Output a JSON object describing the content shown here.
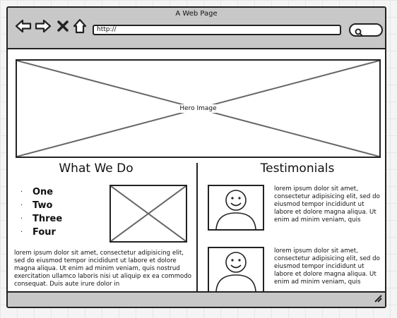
{
  "window": {
    "title": "A Web Page"
  },
  "toolbar": {
    "icons": [
      "back-arrow-icon",
      "forward-arrow-icon",
      "close-x-icon",
      "home-icon"
    ],
    "url": "http://",
    "search_icon": "search-icon"
  },
  "hero": {
    "label": "Hero Image"
  },
  "what_we_do": {
    "title": "What We Do",
    "bullet_glyph": "·",
    "items": [
      "One",
      "Two",
      "Three",
      "Four"
    ],
    "paragraph": "lorem ipsum dolor sit amet, consectetur adipisicing elit, sed do eiusmod tempor incididunt ut labore et dolore magna aliqua. Ut enim ad minim veniam, quis nostrud exercitation ullamco laboris nisi ut aliquip ex ea commodo consequat. Duis aute irure dolor in"
  },
  "testimonials": {
    "title": "Testimonials",
    "items": [
      {
        "text": "lorem ipsum dolor sit amet, consectetur adipisicing elit, sed do eiusmod tempor incididunt ut labore et dolore magna aliqua. Ut enim ad minim veniam, quis"
      },
      {
        "text": "lorem ipsum dolor sit amet, consectetur adipisicing elit, sed do eiusmod tempor incididunt ut labore et dolore magna aliqua. Ut enim ad minim veniam, quis"
      }
    ]
  },
  "colors": {
    "chrome": "#c8c8c8",
    "border": "#222222",
    "placeholder_cross": "#666666"
  }
}
